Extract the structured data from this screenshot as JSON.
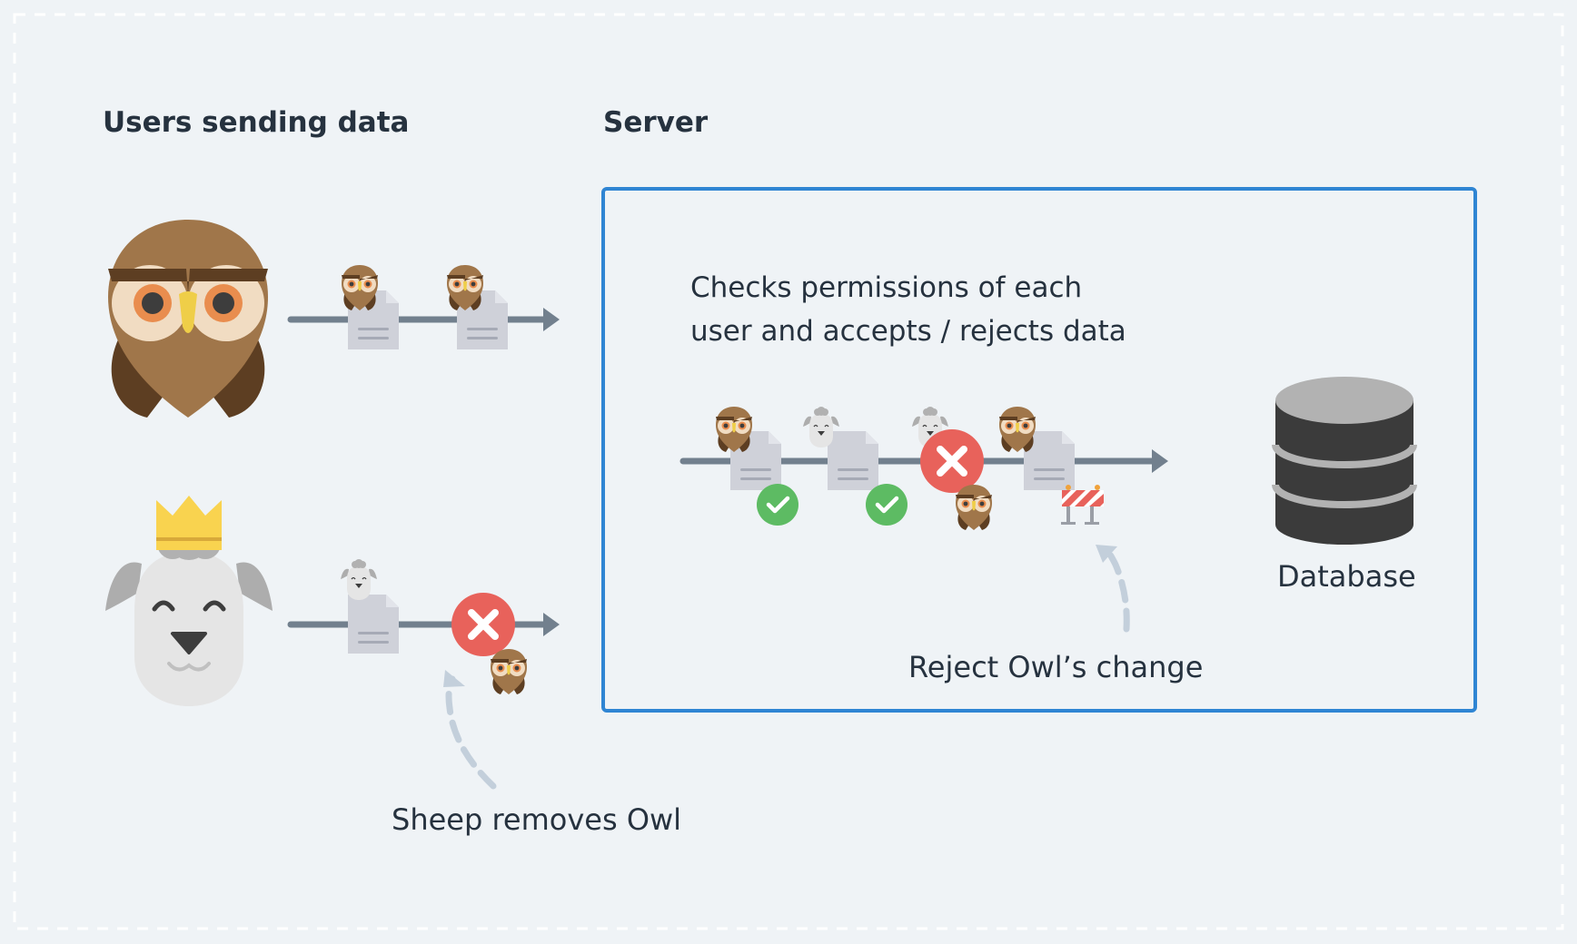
{
  "headings": {
    "users": "Users sending data",
    "server": "Server"
  },
  "server": {
    "description_line1": "Checks permissions of each",
    "description_line2": "user and accepts / rejects data",
    "database_label": "Database",
    "reject_label": "Reject Owl’s change"
  },
  "annotations": {
    "sheep_label": "Sheep removes Owl"
  },
  "icons": {
    "owl": "owl-icon",
    "sheep": "sheep-icon",
    "crown": "crown-icon",
    "document": "document-icon",
    "reject": "reject-x-icon",
    "accept": "check-icon",
    "barrier": "barrier-icon",
    "database": "database-icon"
  },
  "colors": {
    "background": "#eff3f6",
    "server_border": "#2f85d3",
    "arrow": "#72808e",
    "reject": "#e8625b",
    "accept": "#5dbb63",
    "dashed_arrow": "#c3cfdb"
  }
}
